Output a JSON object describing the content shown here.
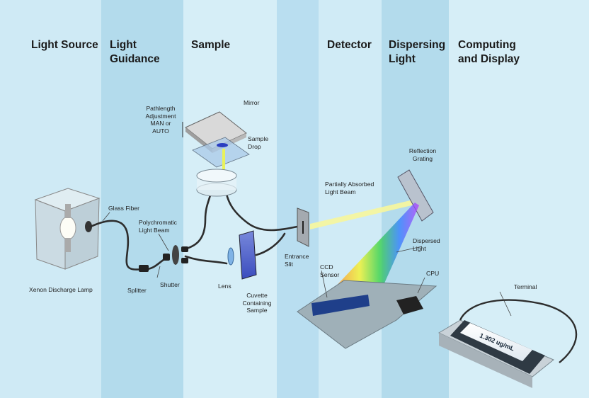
{
  "headings": {
    "light_source": "Light Source",
    "light_guidance": "Light\nGuidance",
    "sample": "Sample",
    "detector": "Detector",
    "dispersing_light": "Dispersing\nLight",
    "computing_display": "Computing\nand Display"
  },
  "labels": {
    "pathlength": "Pathlength\nAdjustment\nMAN or\nAUTO",
    "mirror": "Mirror",
    "sample_drop": "Sample\nDrop",
    "reflection_grating": "Reflection\nGrating",
    "partially_absorbed": "Partially Absorbed\nLight Beam",
    "glass_fiber": "Glass Fiber",
    "polychromatic": "Polychromatic\nLight Beam",
    "dispersed_light": "Dispersed\nLight",
    "entrance_slit": "Entrance\nSlit",
    "ccd_sensor": "CCD\nSensor",
    "cpu": "CPU",
    "xenon_lamp": "Xenon Discharge Lamp",
    "splitter": "Splitter",
    "shutter": "Shutter",
    "lens": "Lens",
    "cuvette": "Cuvette\nContaining\nSample",
    "terminal": "Terminal"
  },
  "terminal_screen": {
    "reading": "1.302 ug/mL"
  },
  "colors": {
    "background": "#cde9f4",
    "band_dark": "#b0d9ea",
    "band_light": "#d9f0f8",
    "light_beam": "#f4f5a0",
    "fiber": "#333333"
  }
}
